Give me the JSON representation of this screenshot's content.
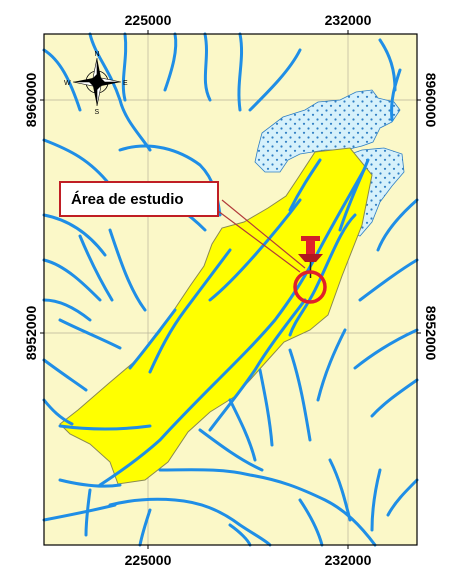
{
  "map": {
    "colors": {
      "background": "#fbf8c8",
      "study_polygon": "#ffff00",
      "rivers": "#1f8ee6",
      "lake": "#d6f1fb",
      "lake_dots": "#2f7fc4",
      "marker": "#e0202a",
      "frame": "#000000"
    },
    "top_coords": [
      "225000",
      "232000"
    ],
    "bottom_coords": [
      "225000",
      "232000"
    ],
    "left_coords": [
      "8960000",
      "8952000"
    ],
    "right_coords": [
      "8960000",
      "8952000"
    ],
    "callout": {
      "label": "Área de estudio"
    },
    "compass": {
      "n": "N",
      "s": "S",
      "e": "E",
      "w": "W"
    }
  }
}
